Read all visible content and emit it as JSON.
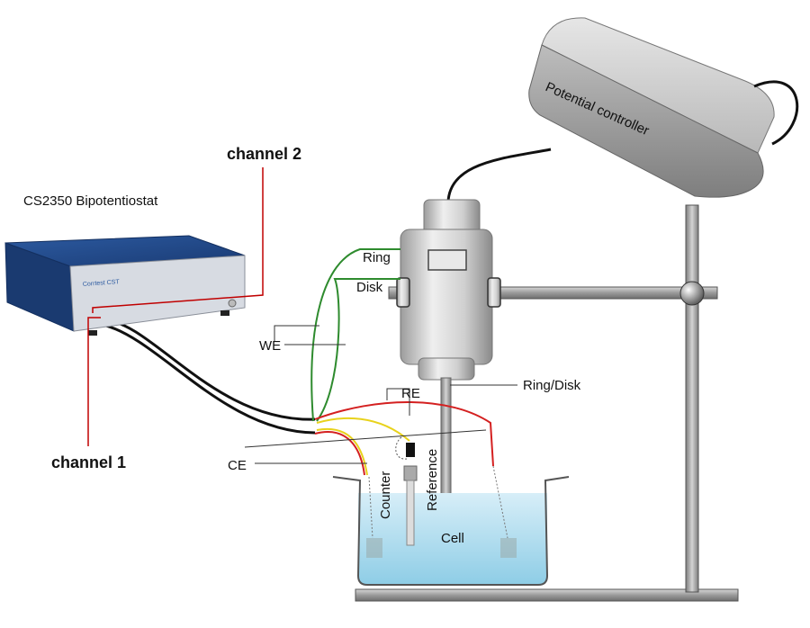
{
  "instrument": {
    "name": "CS2350 Bipotentiostat",
    "brand_text": "Corrtest CST"
  },
  "controller": {
    "label": "Potential controller"
  },
  "channels": {
    "ch1": "channel 1",
    "ch2": "channel 2"
  },
  "electrode_labels": {
    "ring": "Ring",
    "disk": "Disk",
    "we": "WE",
    "re": "RE",
    "ce": "CE",
    "ring_disk": "Ring/Disk",
    "counter": "Counter",
    "reference": "Reference",
    "cell": "Cell"
  },
  "colors": {
    "instrument_blue": "#1f3f7a",
    "cable_black": "#111111",
    "wire_green": "#2e8b2e",
    "wire_red": "#d42020",
    "wire_yellow": "#e8d21c",
    "water": "#bfe3f2",
    "metal": "#a8a8a8",
    "label_line_red": "#c00000"
  }
}
